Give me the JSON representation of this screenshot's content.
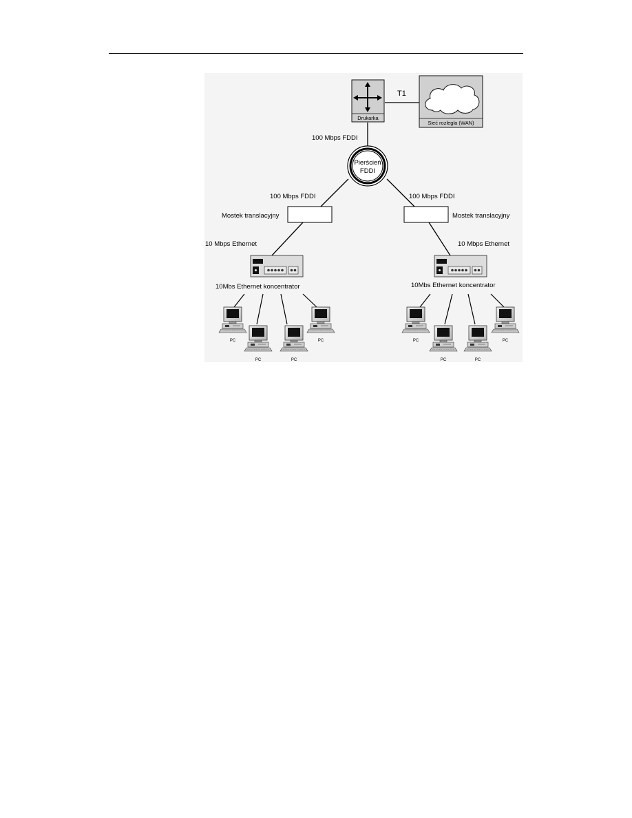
{
  "diagram": {
    "router_label": "Drukarka",
    "link_t1": "T1",
    "wan_label": "Sieć rozległa (WAN)",
    "link_router_ring": "100 Mbps FDDI",
    "ring_label_line1": "Pierścień",
    "ring_label_line2": "FDDI",
    "left": {
      "link_ring_bridge": "100 Mbps FDDI",
      "bridge_label": "Mostek translacyjny",
      "link_bridge_hub": "10 Mbps Ethernet",
      "hub_label": "10Mbs Ethernet koncentrator",
      "pcs": [
        "PC",
        "PC",
        "PC",
        "PC"
      ]
    },
    "right": {
      "link_ring_bridge": "100 Mbps FDDI",
      "bridge_label": "Mostek translacyjny",
      "link_bridge_hub": "10 Mbps Ethernet",
      "hub_label": "10Mbs Ethernet koncentrator",
      "pcs": [
        "PC",
        "PC",
        "PC",
        "PC"
      ]
    }
  }
}
